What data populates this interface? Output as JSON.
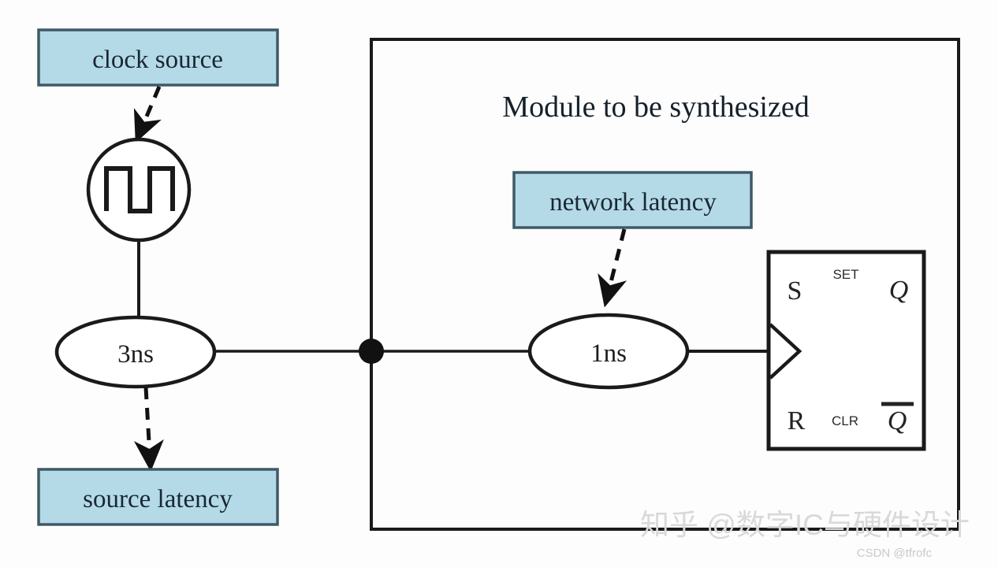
{
  "diagram": {
    "type": "block-diagram",
    "subject": "Clock tree latency: source latency and network latency",
    "background_color": "#fdfdfd",
    "annotation_fill": "#b4dae8",
    "annotation_stroke": "#3f5a66",
    "line_color": "#1a1a1a"
  },
  "module": {
    "title": "Module to be synthesized",
    "border_color": "#1a1a1a"
  },
  "annotations": {
    "clock_source": "clock source",
    "source_latency": "source latency",
    "network_latency": "network latency"
  },
  "delays": {
    "source": "3ns",
    "network": "1ns"
  },
  "flipflop": {
    "set_pin": "S",
    "set_label": "SET",
    "reset_pin": "R",
    "clear_label": "CLR",
    "q_output": "Q",
    "qbar_output": "Q"
  },
  "watermarks": {
    "zhihu": "知乎 @数字IC与硬件设计",
    "csdn": "CSDN @tfrofc"
  }
}
